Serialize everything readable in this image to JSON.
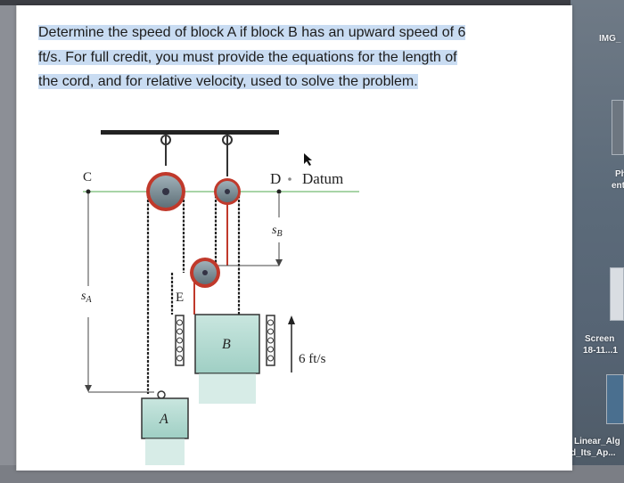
{
  "question": {
    "line1": "Determine the speed of block A if block B has an upward speed of 6",
    "line2": "ft/s. For full credit, you must provide the equations for the length of",
    "line3": "the cord, and for relative velocity, used to solve the problem."
  },
  "diagram": {
    "label_c": "C",
    "label_d": "D",
    "label_datum": "Datum",
    "label_sb_main": "s",
    "label_sb_sub": "B",
    "label_sa_main": "s",
    "label_sa_sub": "A",
    "label_e": "E",
    "label_b": "B",
    "label_a": "A",
    "label_speed": "6 ft/s"
  },
  "desktop": {
    "item1": "IMG_",
    "item2": "Physi",
    "item2b": "entist...",
    "item3": "Screen",
    "item3b": "18-11...1",
    "item4": "Linear_Alg",
    "item4b": "d_Its_Ap...",
    "accent": "#c9dcf2"
  }
}
